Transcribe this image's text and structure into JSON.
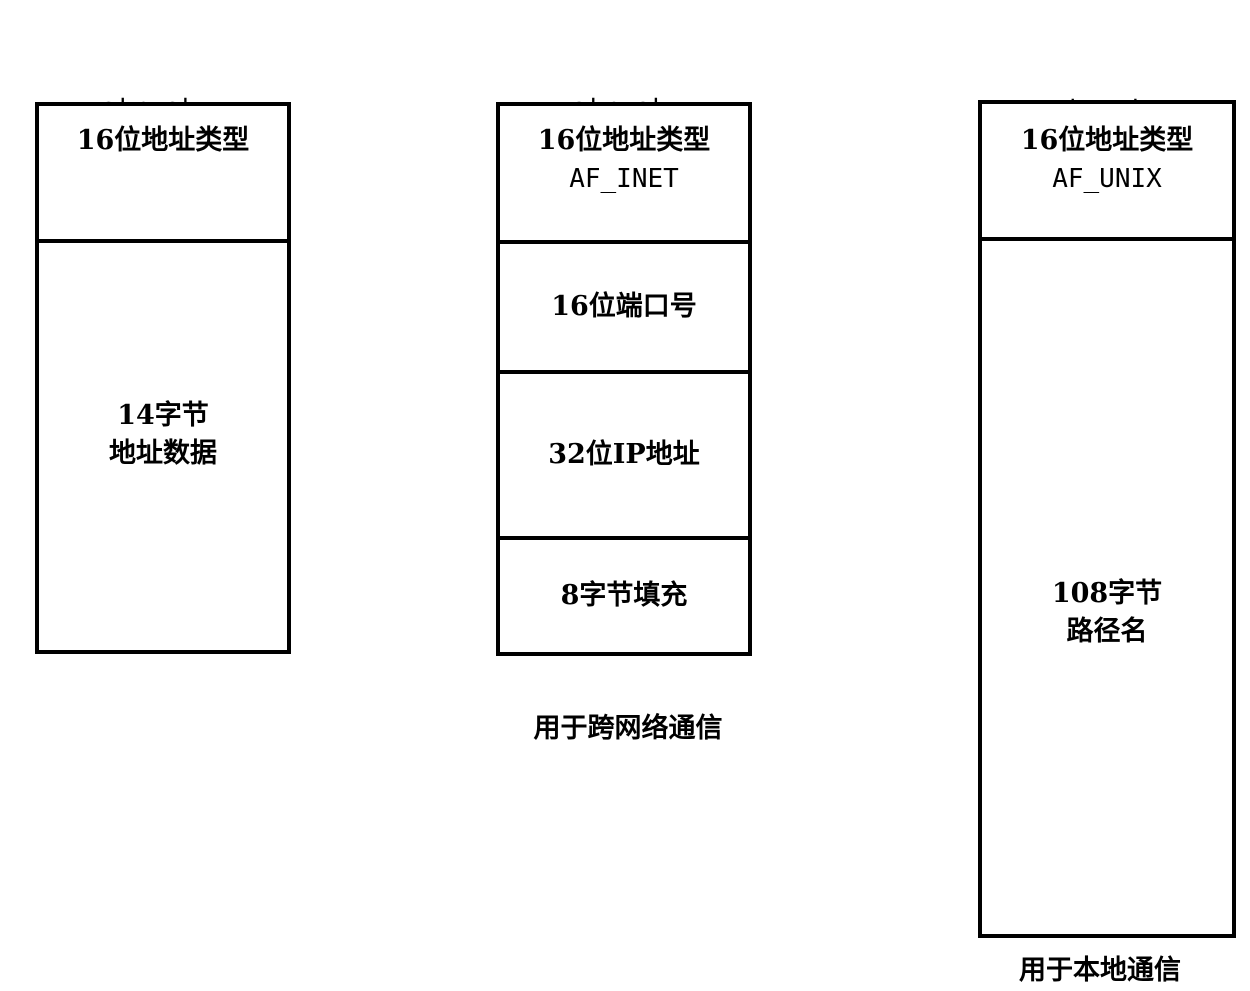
{
  "structs": [
    {
      "title_line1": "struct",
      "title_line2": "sockaddr",
      "fields": [
        {
          "lines": [
            "16位地址类型"
          ]
        },
        {
          "lines": [
            "14字节",
            "地址数据"
          ]
        }
      ]
    },
    {
      "title_line1": "struct",
      "title_line2": "sockaddr_in",
      "fields": [
        {
          "lines": [
            "16位地址类型",
            "AF_INET"
          ]
        },
        {
          "lines": [
            "16位端口号"
          ]
        },
        {
          "lines": [
            "32位IP地址"
          ]
        },
        {
          "lines": [
            "8字节填充"
          ]
        }
      ],
      "caption": "用于跨网络通信"
    },
    {
      "title_line1": "struct",
      "title_line2": "sockaddr_un",
      "fields": [
        {
          "lines": [
            "16位地址类型",
            "AF_UNIX"
          ]
        },
        {
          "lines": [
            "108字节",
            "路径名"
          ]
        }
      ],
      "caption": "用于本地通信"
    }
  ]
}
